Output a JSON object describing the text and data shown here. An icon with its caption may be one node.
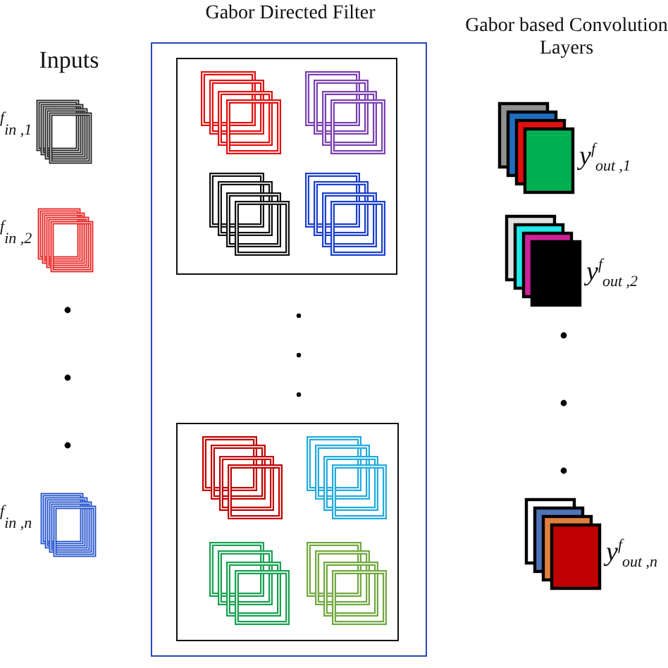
{
  "diagram": {
    "nodes": [
      {
        "text": [
          "Gabor Directed Filter"
        ]
      },
      {
        "text": [],
        "shape": "box",
        "in": 0
      },
      {
        "text": [],
        "shape": "box",
        "in": 0
      },
      {
        "text": [],
        "shape": "box",
        "beside": [
          "$^{f}$$_{in ,1}$"
        ]
      },
      {
        "text": [],
        "shape": "box",
        "beside": [
          "$^{f}$$_{in ,2}$"
        ]
      },
      {
        "text": [],
        "shape": "box",
        "beside": [
          "$^{f}$$_{in ,n}$"
        ]
      },
      {
        "text": [],
        "shape": "box",
        "beside": [
          "y$^{f}$$_{out ,1}$"
        ]
      },
      {
        "text": [],
        "shape": "box",
        "beside": [
          "y$^{f}$$_{out ,2}$"
        ]
      },
      {
        "text": [],
        "shape": "box",
        "beside": [
          "y$^{f}$$_{out ,n}$"
        ]
      }
    ],
    "labels": [
      "Inputs",
      "Gabor based Convolution Layers"
    ]
  }
}
